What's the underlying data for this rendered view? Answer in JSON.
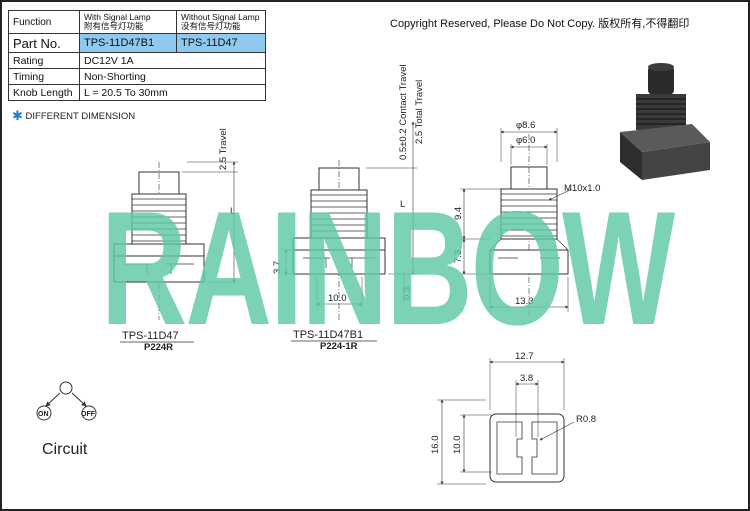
{
  "table": {
    "function_label": "Function",
    "with_lamp_en": "With Signal Lamp",
    "with_lamp_cn": "附有信号灯功能",
    "without_lamp_en": "Without Signal Lamp",
    "without_lamp_cn": "没有信号灯功能",
    "part_label": "Part No.",
    "part_with": "TPS-11D47B1",
    "part_without": "TPS-11D47",
    "rating_label": "Rating",
    "rating_value": "DC12V 1A",
    "timing_label": "Timing",
    "timing_value": "Non-Shorting",
    "knob_label": "Knob Length",
    "knob_value": "L = 20.5 To 30mm"
  },
  "note": "DIFFERENT DIMENSION",
  "copyright": "Copyright Reserved, Please Do Not Copy. 版权所有,不得翻印",
  "watermark": "RAINBOW",
  "switch_left": {
    "name": "TPS-11D47",
    "code": "P224R",
    "travel": "2.5 Travel",
    "length": "L"
  },
  "switch_mid": {
    "name": "TPS-11D47B1",
    "code": "P224-1R",
    "contact_travel": "0.5±0.2 Contact Travel",
    "total_travel": "2.5 Total Travel",
    "length": "L",
    "h_lower": "3.7",
    "width": "10.0",
    "offset": "0.3"
  },
  "switch_right": {
    "d_outer": "φ8.6",
    "d_inner": "φ6.0",
    "thread": "M10x1.0",
    "h_thread": "9.4",
    "h_base": "7.3",
    "width": "13.3"
  },
  "footprint": {
    "width": "12.7",
    "center": "3.8",
    "height": "16.0",
    "inner_h": "10.0",
    "radius": "R0.8"
  },
  "circuit": {
    "on": "ON",
    "off": "OFF",
    "label": "Circuit"
  },
  "colors": {
    "watermark": "#5ec9a2",
    "highlight": "#8fc9f0",
    "note_star": "#1e7fc8"
  }
}
